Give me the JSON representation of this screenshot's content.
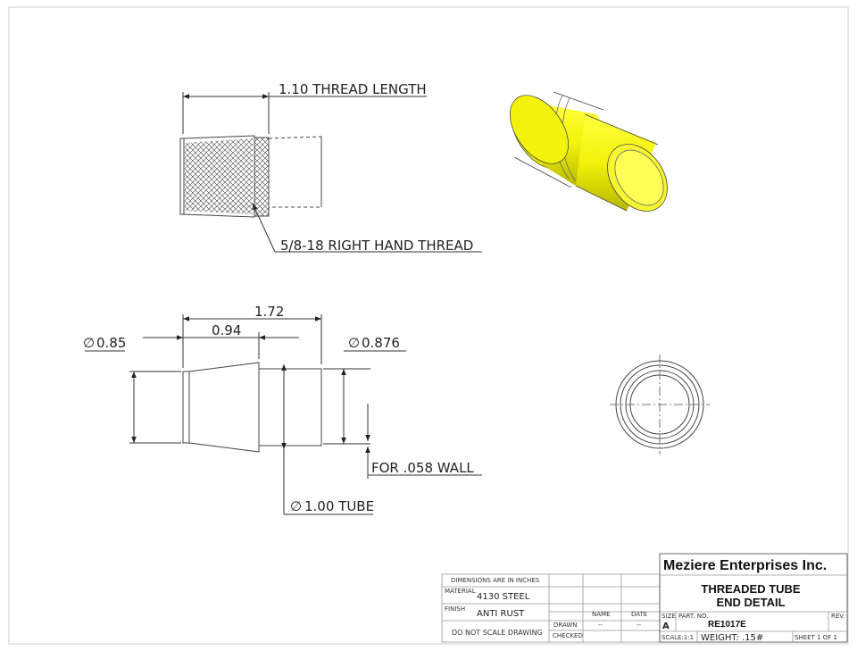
{
  "dimensions": {
    "thread_length": "1.10 THREAD LENGTH",
    "thread_callout": "5/8-18 RIGHT HAND THREAD",
    "overall_length": "1.72",
    "taper_length": "0.94",
    "dia_small": "0.85",
    "dia_large": "0.876",
    "wall_note": "FOR .058 WALL",
    "tube_dia": "1.00 TUBE",
    "dia_symbol": "∅"
  },
  "title_block": {
    "company": "Meziere Enterprises Inc.",
    "title_line1": "THREADED TUBE",
    "title_line2": "END DETAIL",
    "dimensions_note": "DIMENSIONS ARE IN INCHES",
    "material_label": "MATERIAL",
    "material_value": "4130 STEEL",
    "finish_label": "FINISH",
    "finish_value": "ANTI RUST",
    "do_not_scale": "DO  NOT  SCALE  DRAWING",
    "name_header": "NAME",
    "date_header": "DATE",
    "drawn_label": "DRAWN",
    "checked_label": "CHECKED",
    "drawn_name": "--",
    "drawn_date": "--",
    "size_label": "SIZE",
    "size_value": "A",
    "part_no_label": "PART.  NO.",
    "part_no_value": "RE1017E",
    "rev_label": "REV.",
    "scale_label": "SCALE:1:1",
    "weight": "WEIGHT:  .15#",
    "sheet": "SHEET 1 OF 1"
  },
  "colors": {
    "part_fill": "#f2f20a",
    "part_shadow": "#b8b800",
    "line": "#333333"
  }
}
